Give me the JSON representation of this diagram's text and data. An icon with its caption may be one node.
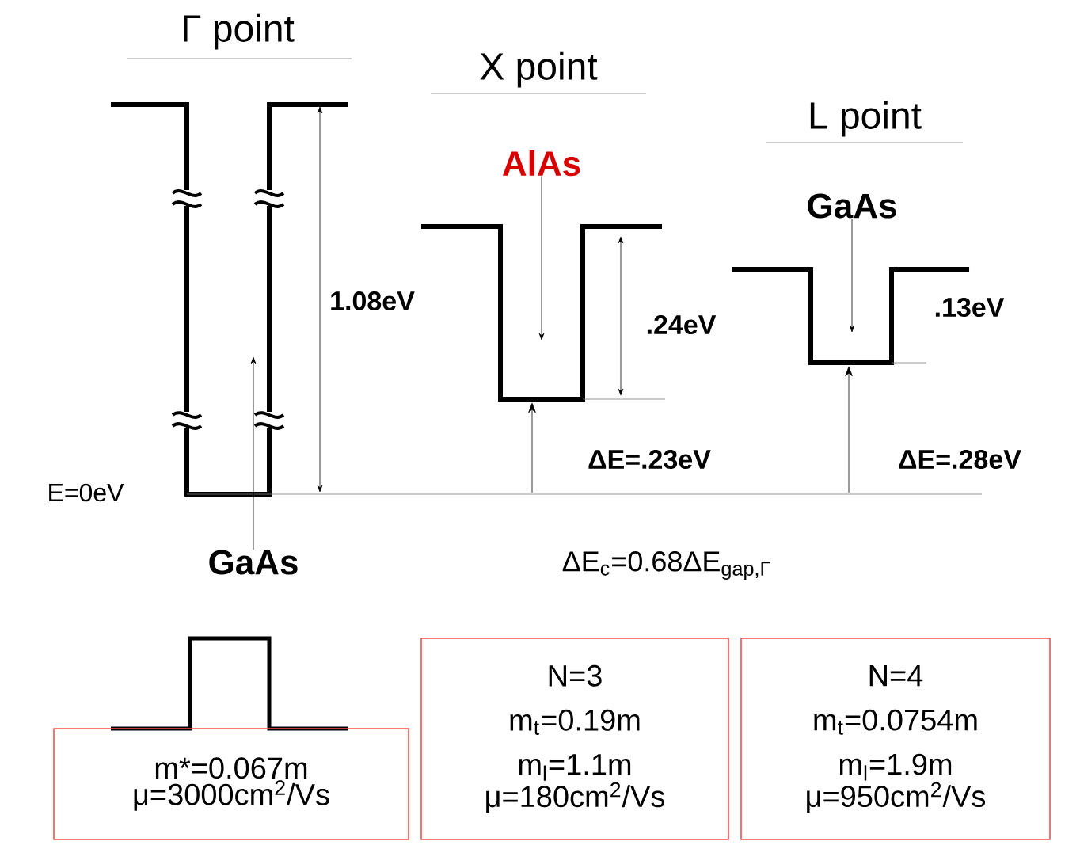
{
  "diagram": {
    "nodes": [
      {
        "text": [
          "GaAs"
        ]
      },
      {
        "text": [
          "AlAs"
        ]
      },
      {
        "text": [
          "GaAs"
        ]
      },
      {
        "text": [
          "m*=0.067m",
          "μ=3000cm$^{2}$/Vs"
        ]
      },
      {
        "text": [
          "N=3",
          "m$_{t}$=0.19m",
          "m$_{l}$=1.1m",
          "μ=180cm$^{2}$/Vs"
        ]
      },
      {
        "text": [
          "N=4",
          "m$_{t}$=0.0754m",
          "m$_{l}$=1.9m",
          "μ=950cm$^{2}$/Vs"
        ]
      }
    ],
    "edges": [
      {
        "from": 0,
        "to": null,
        "arrow": "to"
      },
      {
        "from": 1,
        "to": null,
        "arrow": "to"
      },
      {
        "from": 2,
        "to": null,
        "arrow": "to"
      }
    ],
    "labels": [
      "Γ point",
      "X point",
      "L point",
      "1.08eV",
      ".24eV",
      ".13eV",
      "E=0eV",
      "ΔE=.23eV",
      "ΔE=.28eV",
      "ΔE$_{c}$=0.68ΔE$_{gap,Γ}$"
    ]
  }
}
